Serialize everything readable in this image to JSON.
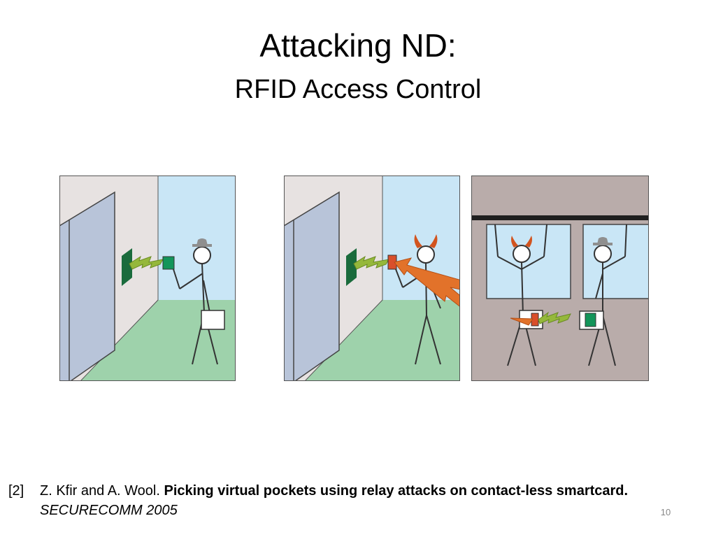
{
  "slide": {
    "title": "Attacking ND:",
    "subtitle": "RFID Access Control",
    "page_number": "10"
  },
  "reference": {
    "number": "[2]",
    "authors": "Z. Kfir and A. Wool.",
    "paper_title": "Picking virtual pockets using relay attacks on contact-less smartcard.",
    "venue": "SECURECOMM 2005"
  },
  "colors": {
    "wall": "#e7e2e1",
    "door": "#b8c4d9",
    "sky": "#c9e6f6",
    "grass": "#9ed2ab",
    "room_floor": "#b9acaa",
    "reader": "#1a6b3c",
    "card_green": "#13955a",
    "card_red": "#d94f2b",
    "signal_green": "#95b83b",
    "relay_orange": "#e2722a",
    "horns": "#d2541f",
    "hat": "#8f8f8f",
    "stroke": "#333333"
  },
  "illustration": {
    "panels": [
      {
        "name": "legitimate-access",
        "icons": [
          "door-icon",
          "rfid-reader-icon",
          "rfid-card-icon",
          "user-figure-icon",
          "hat-icon"
        ]
      },
      {
        "name": "attacker-at-door",
        "icons": [
          "door-icon",
          "rfid-reader-icon",
          "relay-card-icon",
          "attacker-figure-icon",
          "horns-icon",
          "relay-arrow-icon"
        ]
      },
      {
        "name": "attacker-near-victim",
        "icons": [
          "accomplice-figure-icon",
          "victim-figure-icon",
          "relay-reader-icon",
          "victim-card-icon"
        ]
      }
    ]
  }
}
